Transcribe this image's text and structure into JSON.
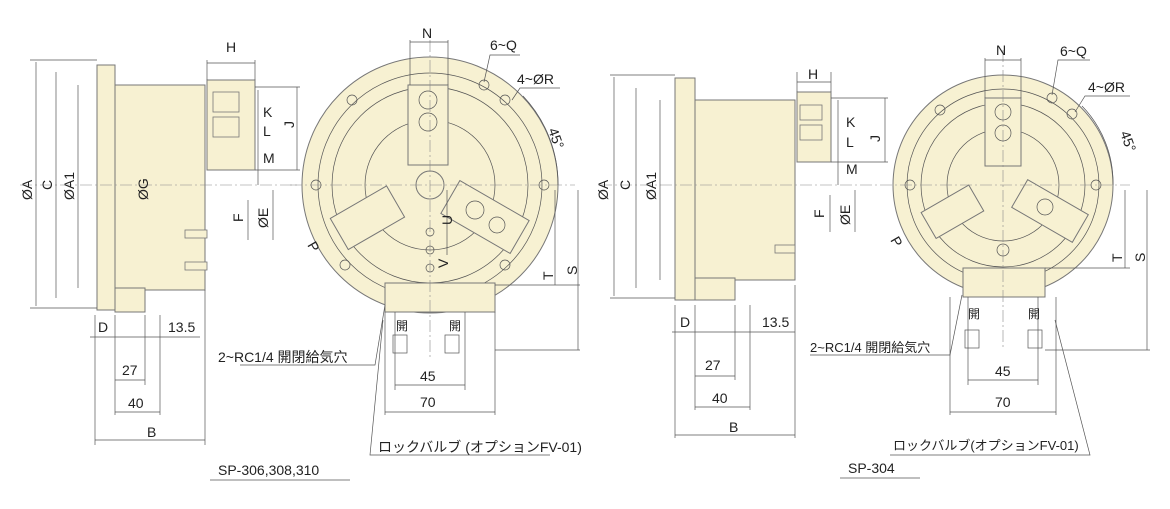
{
  "fill_color": "#f7f1d2",
  "left_drawing": {
    "model": "SP-306,308,310",
    "dims": {
      "H": "H",
      "K": "K",
      "L": "L",
      "M": "M",
      "J": "J",
      "A": "ØA",
      "C": "C",
      "A1": "ØA1",
      "G": "ØG",
      "F": "F",
      "E": "ØE",
      "D": "D",
      "d135": "13.5",
      "d27": "27",
      "d40": "40",
      "B": "B",
      "N": "N",
      "Q": "6~Q",
      "R": "4~ØR",
      "ang": "45°",
      "U": "U",
      "V": "V",
      "P": "P",
      "T": "T",
      "S": "S",
      "d45": "45",
      "d70": "70"
    },
    "open1": "開",
    "open2": "開",
    "port_note": "2~RC1/4 開閉給気穴",
    "valve_note": "ロックバルブ (オプションFV-01)"
  },
  "right_drawing": {
    "model": "SP-304",
    "dims": {
      "H": "H",
      "K": "K",
      "L": "L",
      "M": "M",
      "J": "J",
      "A": "ØA",
      "C": "C",
      "A1": "ØA1",
      "F": "F",
      "E": "ØE",
      "D": "D",
      "d135": "13.5",
      "d27": "27",
      "d40": "40",
      "B": "B",
      "N": "N",
      "Q": "6~Q",
      "R": "4~ØR",
      "ang": "45°",
      "P": "P",
      "T": "T",
      "S": "S",
      "d45": "45",
      "d70": "70"
    },
    "open1": "開",
    "open2": "開",
    "port_note": "2~RC1/4 開閉給気穴",
    "valve_note": "ロックバルブ(オプションFV-01)"
  }
}
